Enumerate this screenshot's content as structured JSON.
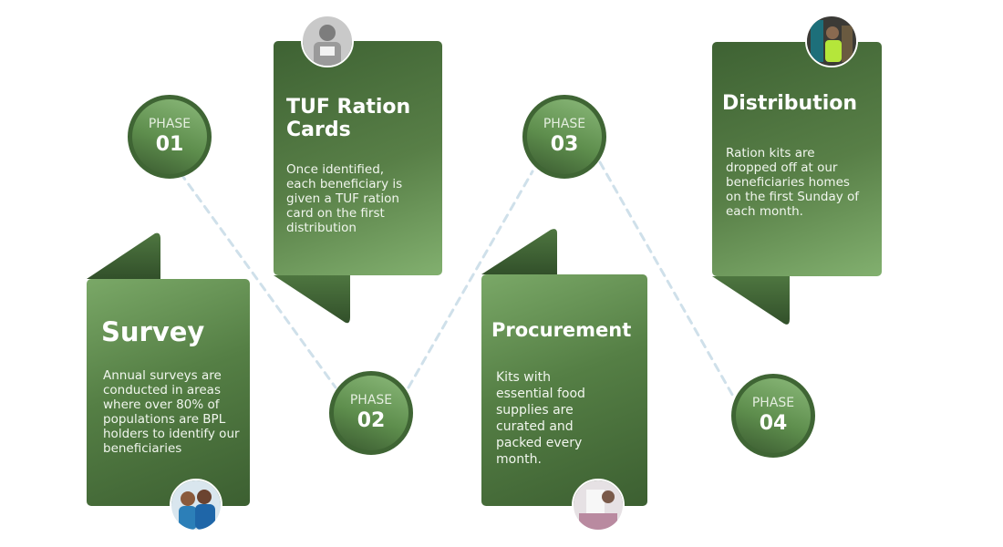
{
  "colors": {
    "dark_green": "#3c5f31",
    "light_green": "#82b06f",
    "connector": "#cfe0ea"
  },
  "phases": [
    {
      "label": "PHASE",
      "number": "01"
    },
    {
      "label": "PHASE",
      "number": "02"
    },
    {
      "label": "PHASE",
      "number": "03"
    },
    {
      "label": "PHASE",
      "number": "04"
    }
  ],
  "steps": [
    {
      "title": "Survey",
      "description": "Annual surveys are conducted in areas where over 80% of populations are BPL holders to identify our beneficiaries",
      "photo_icon": "survey-photo"
    },
    {
      "title": "TUF Ration Cards",
      "description": "Once identified, each beneficiary is given a TUF ration card on the first distribution",
      "photo_icon": "ration-card-photo"
    },
    {
      "title": "Procurement",
      "description": "Kits with essential food supplies are curated and packed every month.",
      "photo_icon": "procurement-photo"
    },
    {
      "title": "Distribution",
      "description": "Ration kits are dropped off at our beneficiaries homes on the first Sunday of each month.",
      "photo_icon": "distribution-photo"
    }
  ]
}
